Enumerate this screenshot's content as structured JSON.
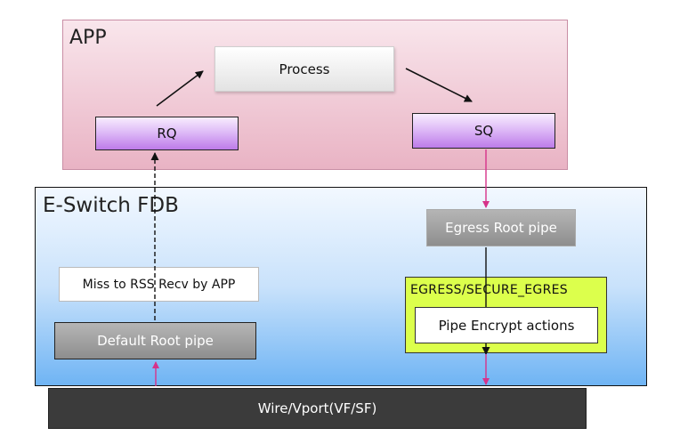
{
  "app": {
    "title": "APP",
    "process_label": "Process",
    "rq_label": "RQ",
    "sq_label": "SQ"
  },
  "fdb": {
    "title": "E-Switch FDB",
    "egress_root_label": "Egress Root pipe",
    "miss_label": "Miss to RSS Recv by APP",
    "default_root_label": "Default Root pipe",
    "egress_group_label": "EGRESS/SECURE_EGRES",
    "encrypt_label": "Pipe Encrypt actions"
  },
  "wire": {
    "label": "Wire/Vport(VF/SF)"
  },
  "colors": {
    "app_fill": "#e9b3c4",
    "queue_fill": "#bd7be9",
    "fdb_fill": "#6fb4f4",
    "egress_group_fill": "#dcff4c",
    "pipe_gray": "#8e8e8e",
    "wire_fill": "#3b3b3b",
    "pink_arrow": "#d6338a"
  }
}
